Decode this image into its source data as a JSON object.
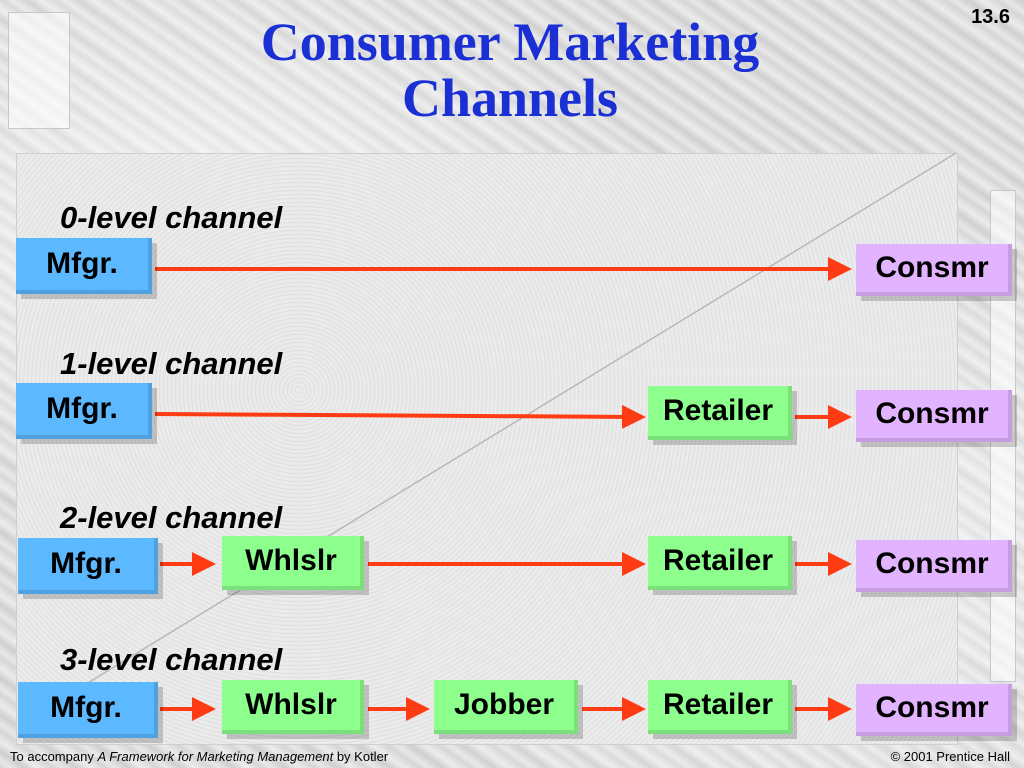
{
  "slide_number": "13.6",
  "title_line1": "Consumer Marketing",
  "title_line2": "Channels",
  "levels": [
    {
      "label": "0-level channel",
      "nodes": [
        "Mfgr.",
        "Consmr"
      ]
    },
    {
      "label": "1-level channel",
      "nodes": [
        "Mfgr.",
        "Retailer",
        "Consmr"
      ]
    },
    {
      "label": "2-level channel",
      "nodes": [
        "Mfgr.",
        "Whlslr",
        "Retailer",
        "Consmr"
      ]
    },
    {
      "label": "3-level channel",
      "nodes": [
        "Mfgr.",
        "Whlslr",
        "Jobber",
        "Retailer",
        "Consmr"
      ]
    }
  ],
  "colors": {
    "title": "#1a2fd4",
    "manufacturer_box": "#5cb8ff",
    "intermediary_box": "#8cff8c",
    "consumer_box": "#e2b4ff",
    "arrow": "#ff3b14"
  },
  "footer": {
    "prefix": "To accompany ",
    "book": "A Framework for Marketing Management",
    "suffix": " by Kotler",
    "copyright": "© 2001 Prentice Hall"
  }
}
